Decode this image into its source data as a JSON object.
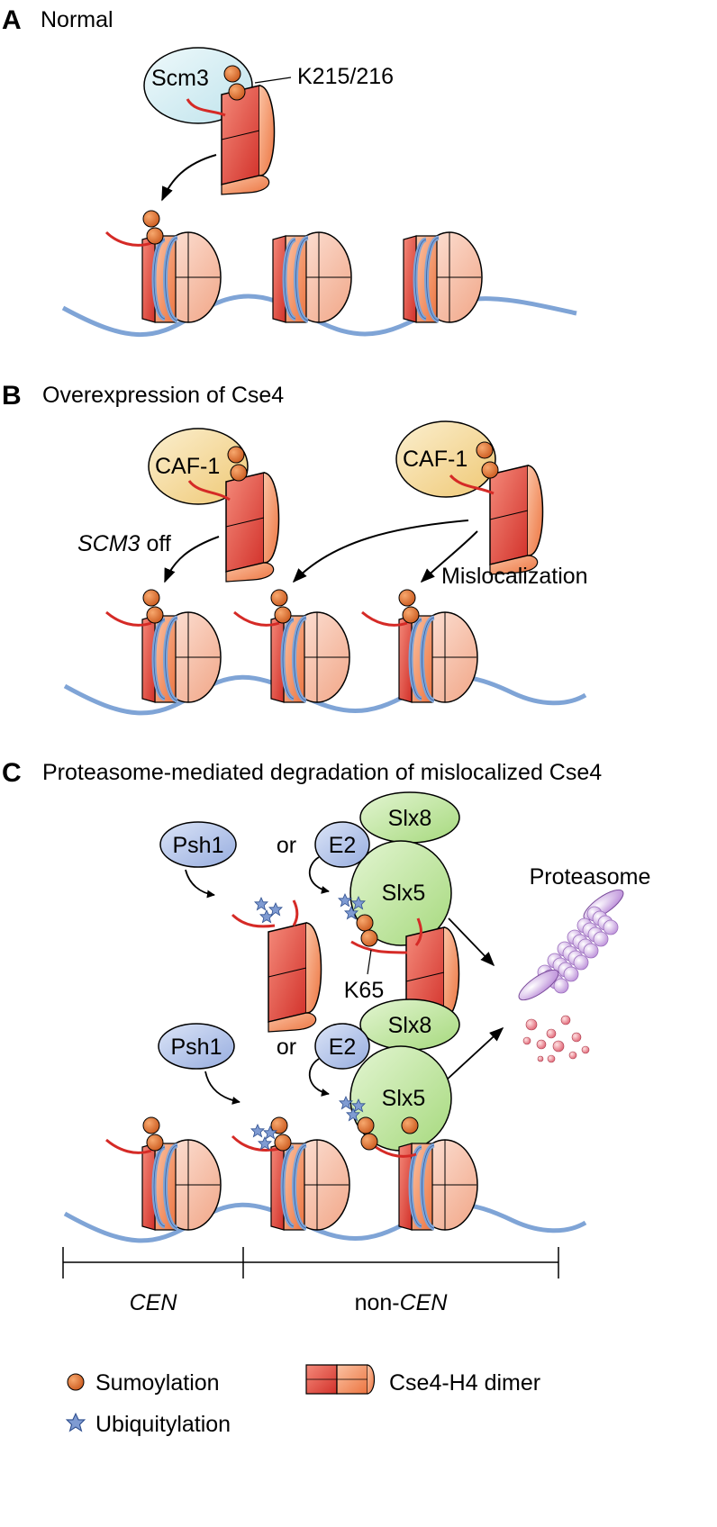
{
  "panels": {
    "a": {
      "letter": "A",
      "title": "Normal",
      "chaperone": "Scm3",
      "site": "K215/216"
    },
    "b": {
      "letter": "B",
      "title": "Overexpression of Cse4",
      "chaperone_left": "CAF-1",
      "chaperone_right": "CAF-1",
      "scm3_gene": "SCM3",
      "scm3_state": "off",
      "mislocalization": "Mislocalization"
    },
    "c": {
      "letter": "C",
      "title": "Proteasome-mediated degradation of mislocalized Cse4",
      "psh1": "Psh1",
      "or": "or",
      "e2": "E2",
      "slx8": "Slx8",
      "slx5": "Slx5",
      "proteasome": "Proteasome",
      "k65": "K65",
      "cen": "CEN",
      "non_prefix": "non-",
      "non_cen": "CEN"
    }
  },
  "legend": {
    "sumoylation": "Sumoylation",
    "ubiquitylation": "Ubiquitylation",
    "dimer": "Cse4-H4 dimer"
  },
  "colors": {
    "sumo": "#d9661f",
    "ubiquitin": "#7f9bd2",
    "dna": "#7fa4d6",
    "tail": "#d52a26",
    "scm3_fill": "#d6eef3",
    "caf1_fill": "#f6dfa6",
    "psh1_e2_fill": "#b8c8eb",
    "slx_fill": "#c6e9a8",
    "proteasome": "#dcc0ec"
  }
}
